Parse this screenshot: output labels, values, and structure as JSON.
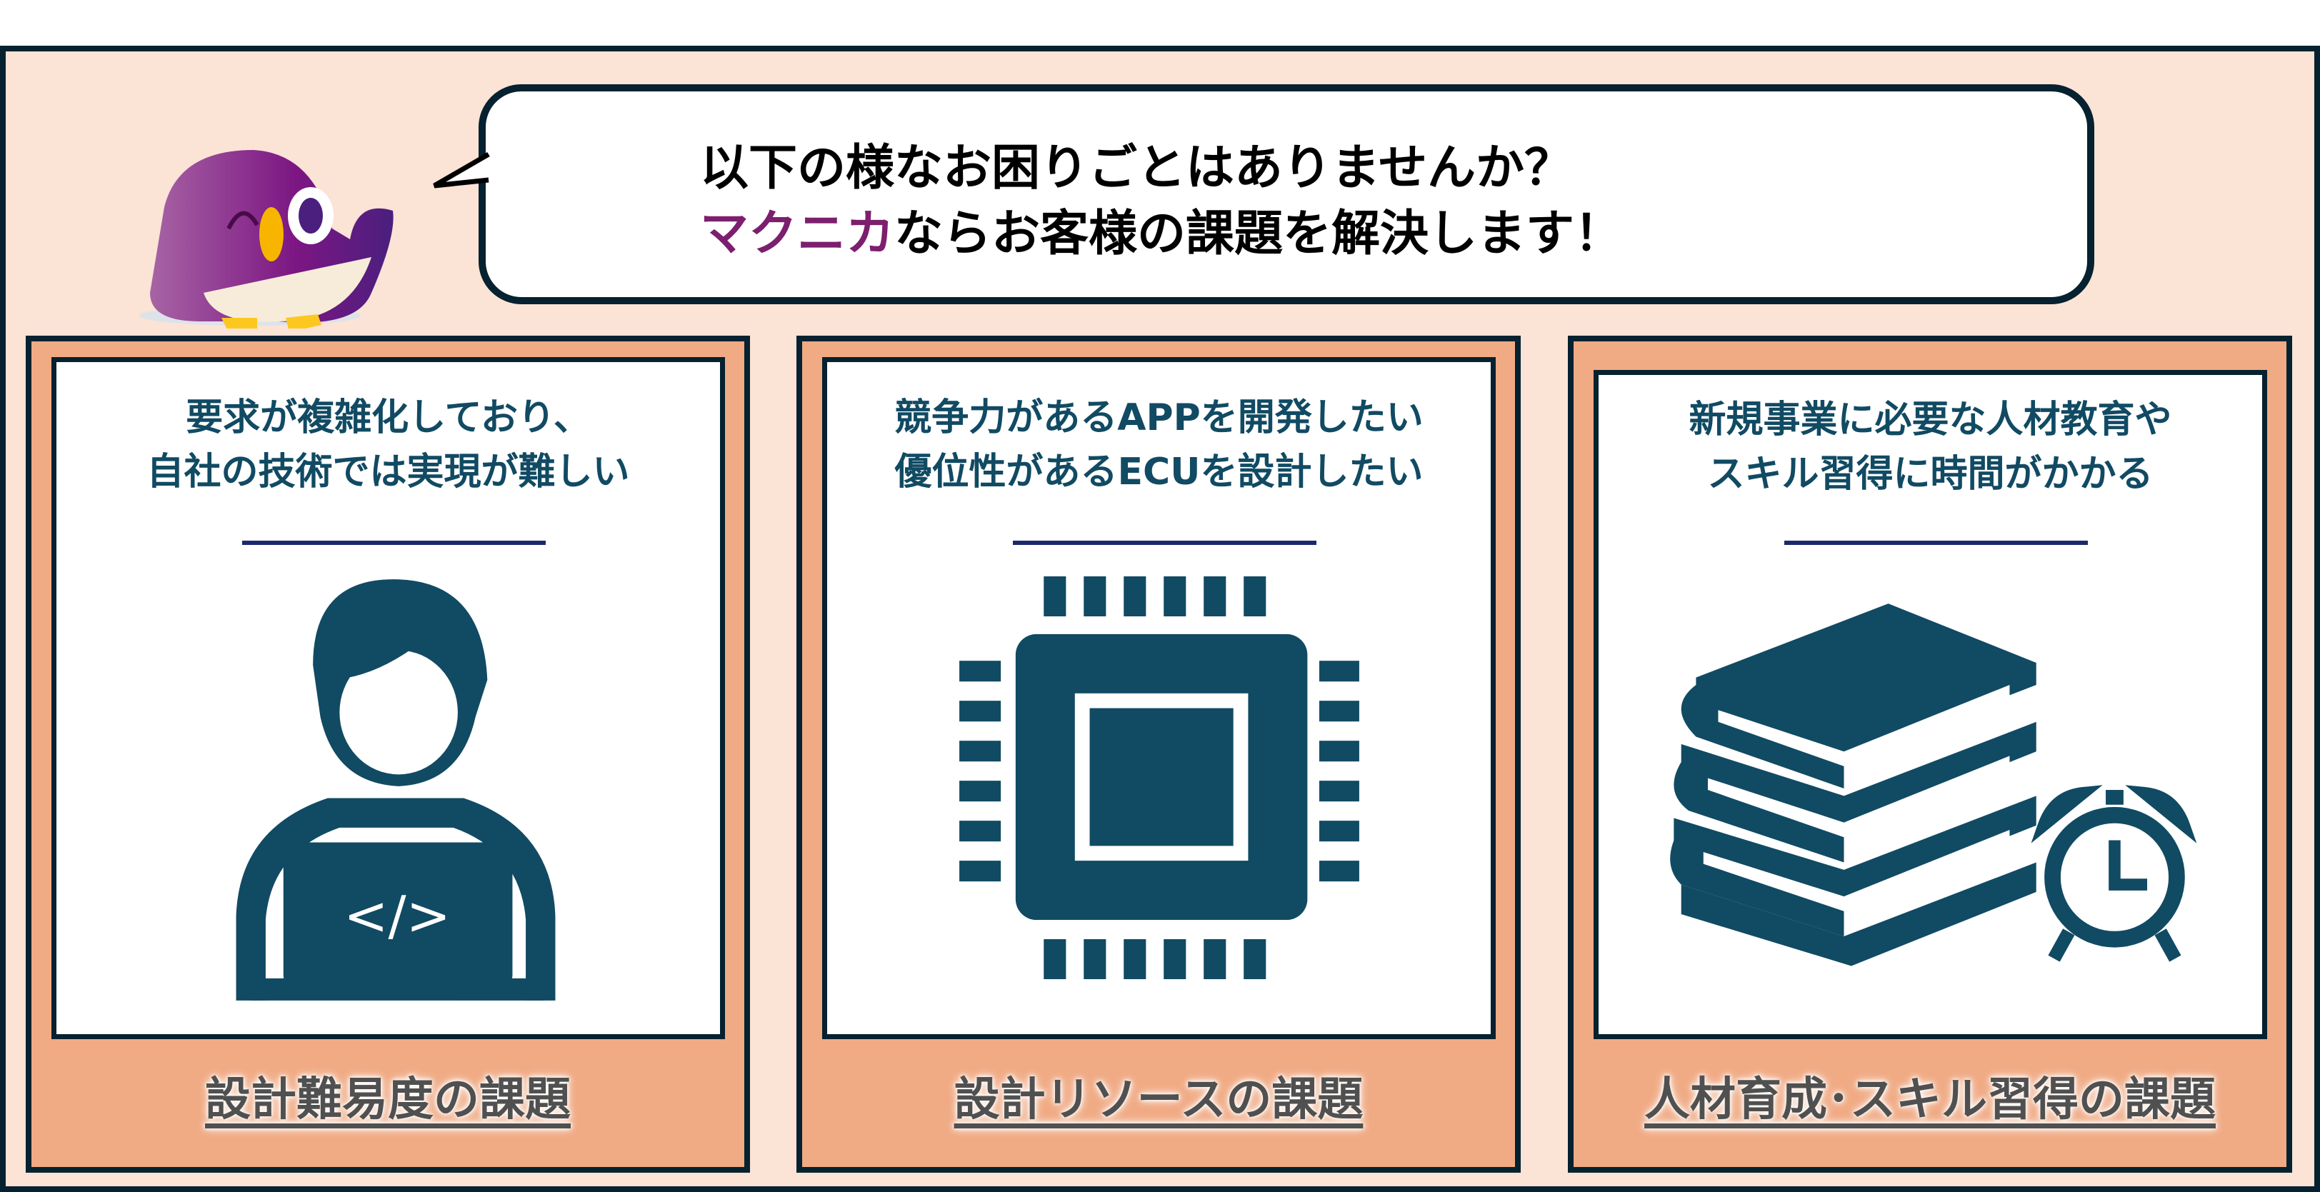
{
  "speech": {
    "line1": "以下の様なお困りごとはありませんか？",
    "line2_brand": "マクニカ",
    "line2_rest": "ならお客様の課題を解決します！"
  },
  "cards": [
    {
      "lines": [
        "要求が複雑化しており、",
        "自社の技術では実現が難しい"
      ],
      "label": "設計難易度の課題",
      "icon": "developer-laptop-icon"
    },
    {
      "lines": [
        "競争力があるAPPを開発したい",
        "優位性があるECUを設計したい"
      ],
      "label": "設計リソースの課題",
      "icon": "cpu-chip-icon"
    },
    {
      "lines": [
        "新規事業に必要な人材教育や",
        "スキル習得に時間がかかる"
      ],
      "label": "人材育成･スキル習得の課題",
      "icon": "books-clock-icon"
    }
  ],
  "laptop_code": "</>",
  "colors": {
    "icon": "#114a63",
    "brand": "#7b1f6e",
    "card": "#f0aa84",
    "background": "#fbe3d6",
    "border": "#06212f"
  }
}
